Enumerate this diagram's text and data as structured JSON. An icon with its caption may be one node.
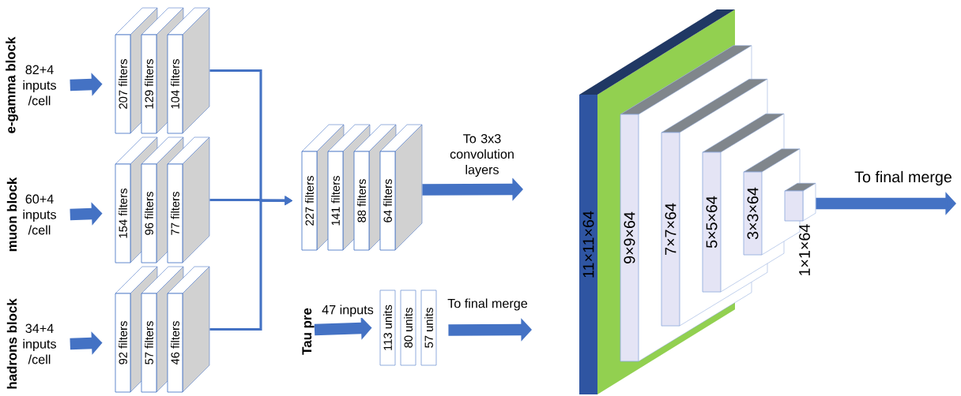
{
  "diagram": {
    "nodes": [
      {
        "text": [
          "82+4 inputs /cell"
        ]
      },
      {
        "text": [
          "207 filters"
        ]
      },
      {
        "text": [
          "129 filters"
        ]
      },
      {
        "text": [
          "104 filters"
        ]
      },
      {
        "text": [
          "60+4 inputs /cell"
        ]
      },
      {
        "text": [
          "154 filters"
        ]
      },
      {
        "text": [
          "96 filters"
        ]
      },
      {
        "text": [
          "77 filters"
        ]
      },
      {
        "text": [
          "34+4 inputs /cell"
        ]
      },
      {
        "text": [
          "92 filters"
        ]
      },
      {
        "text": [
          "57 filters"
        ]
      },
      {
        "text": [
          "46 filters"
        ]
      },
      {
        "text": [
          "227 filters"
        ]
      },
      {
        "text": [
          "141 filters"
        ]
      },
      {
        "text": [
          "88 filters"
        ]
      },
      {
        "text": [
          "64 filters"
        ]
      },
      {
        "text": [
          "113 units"
        ]
      },
      {
        "text": [
          "80 units"
        ]
      },
      {
        "text": [
          "57 units"
        ]
      },
      {
        "text": [
          "11×11×64"
        ]
      },
      {
        "text": [
          "9×9×64"
        ]
      },
      {
        "text": [
          "7×7×64"
        ]
      },
      {
        "text": [
          "5×5×64"
        ]
      },
      {
        "text": [
          "3×3×64"
        ]
      },
      {
        "text": [
          "1×1×64"
        ]
      },
      {
        "text": [
          "Tau pre"
        ]
      }
    ],
    "edges": [
      {
        "from": 0,
        "to": 1,
        "arrow": "to"
      },
      {
        "from": 4,
        "to": 5,
        "arrow": "to"
      },
      {
        "from": 8,
        "to": 9,
        "arrow": "to"
      },
      {
        "from": 3,
        "to": 12,
        "arrow": "to"
      },
      {
        "from": 7,
        "to": 12,
        "arrow": "to"
      },
      {
        "from": 11,
        "to": 12,
        "arrow": "to"
      },
      {
        "from": 15,
        "to": null,
        "arrow": "to",
        "label": "To 3x3 convolution layers"
      },
      {
        "from": 25,
        "to": 16,
        "arrow": "to",
        "label": "47 inputs"
      },
      {
        "from": 18,
        "to": null,
        "arrow": "to",
        "label": "To final merge"
      },
      {
        "from": 24,
        "to": null,
        "arrow": "to",
        "label": "To final merge"
      }
    ],
    "labels": [
      "e-gamma block",
      "muon block",
      "hadrons block"
    ]
  }
}
